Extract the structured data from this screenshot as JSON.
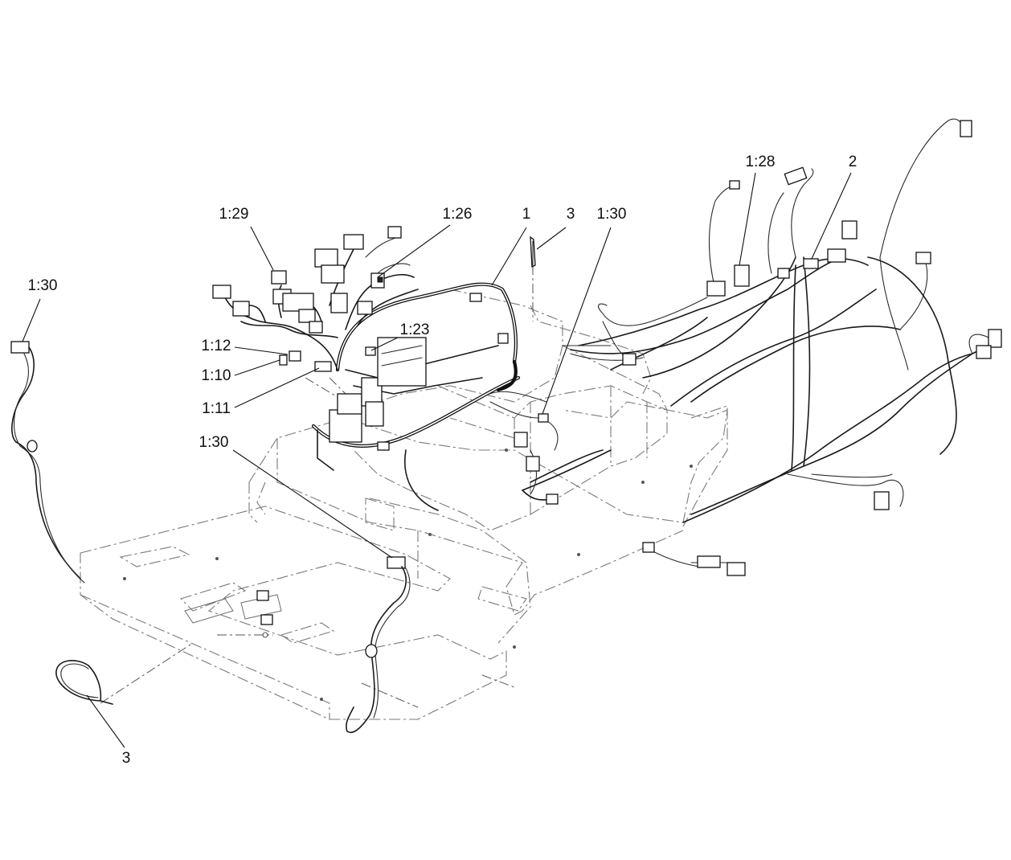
{
  "callouts": {
    "c129": "1:29",
    "c126": "1:26",
    "c1": "1",
    "c3_top": "3",
    "c130_top": "1:30",
    "c128": "1:28",
    "c2": "2",
    "c130_left": "1:30",
    "c112": "1:12",
    "c110": "1:10",
    "c111": "1:11",
    "c123": "1:23",
    "c130_mid": "1:30",
    "c3_bottom": "3"
  }
}
